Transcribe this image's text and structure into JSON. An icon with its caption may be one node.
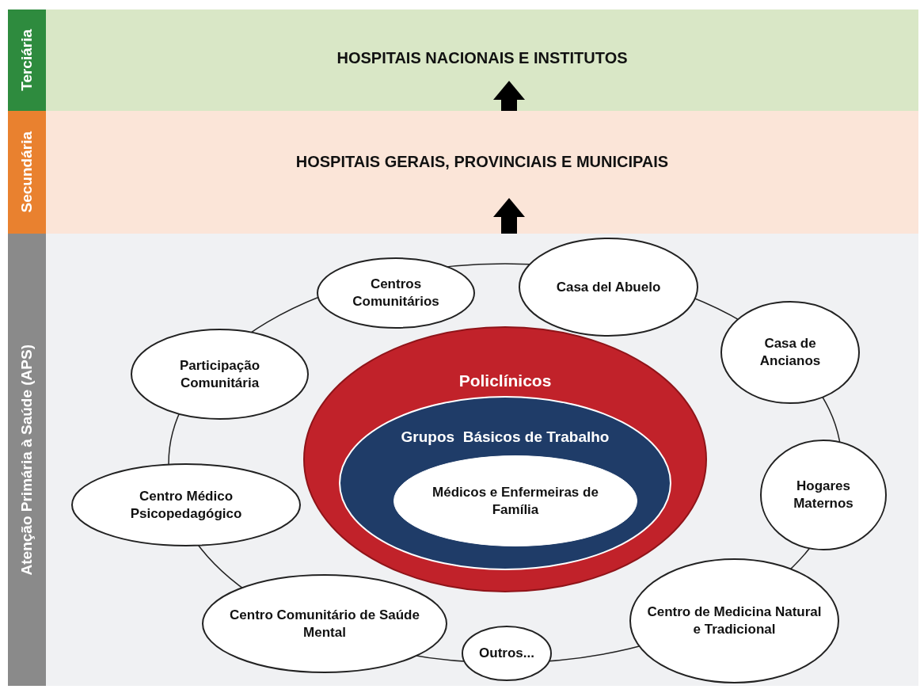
{
  "diagram": {
    "nodes": [
      {
        "text": [
          "Terciária",
          "HOSPITAIS NACIONAIS E INSTITUTOS"
        ]
      },
      {
        "text": [
          "Secundária",
          "HOSPITAIS GERAIS, PROVINCIAIS E MUNICIPAIS"
        ]
      },
      {
        "text": [
          "Atenção Primária à Saúde (APS)"
        ]
      },
      {
        "text": [
          "Policlínicos"
        ],
        "in": 2
      },
      {
        "text": [
          "Grupos  Básicos de Trabalho"
        ],
        "in": 3
      },
      {
        "text": [
          "Médicos e Enfermeiras de Família"
        ],
        "in": 4
      },
      {
        "text": [
          "Centros Comunitários"
        ],
        "in": 2
      },
      {
        "text": [
          "Casa del Abuelo"
        ],
        "in": 2
      },
      {
        "text": [
          "Casa de Ancianos"
        ],
        "in": 2
      },
      {
        "text": [
          "Hogares Maternos"
        ],
        "in": 2
      },
      {
        "text": [
          "Centro de Medicina Natural e Tradicional"
        ],
        "in": 2
      },
      {
        "text": [
          "Outros..."
        ],
        "in": 2
      },
      {
        "text": [
          "Centro Comunitário de Saúde Mental"
        ],
        "in": 2
      },
      {
        "text": [
          "Centro Médico Psicopedagógico"
        ],
        "in": 2
      },
      {
        "text": [
          "Participação Comunitária"
        ],
        "in": 2
      }
    ],
    "edges": [
      {
        "from": 1,
        "to": 0,
        "arrow": "to"
      },
      {
        "from": 2,
        "to": 1,
        "arrow": "to"
      }
    ]
  }
}
